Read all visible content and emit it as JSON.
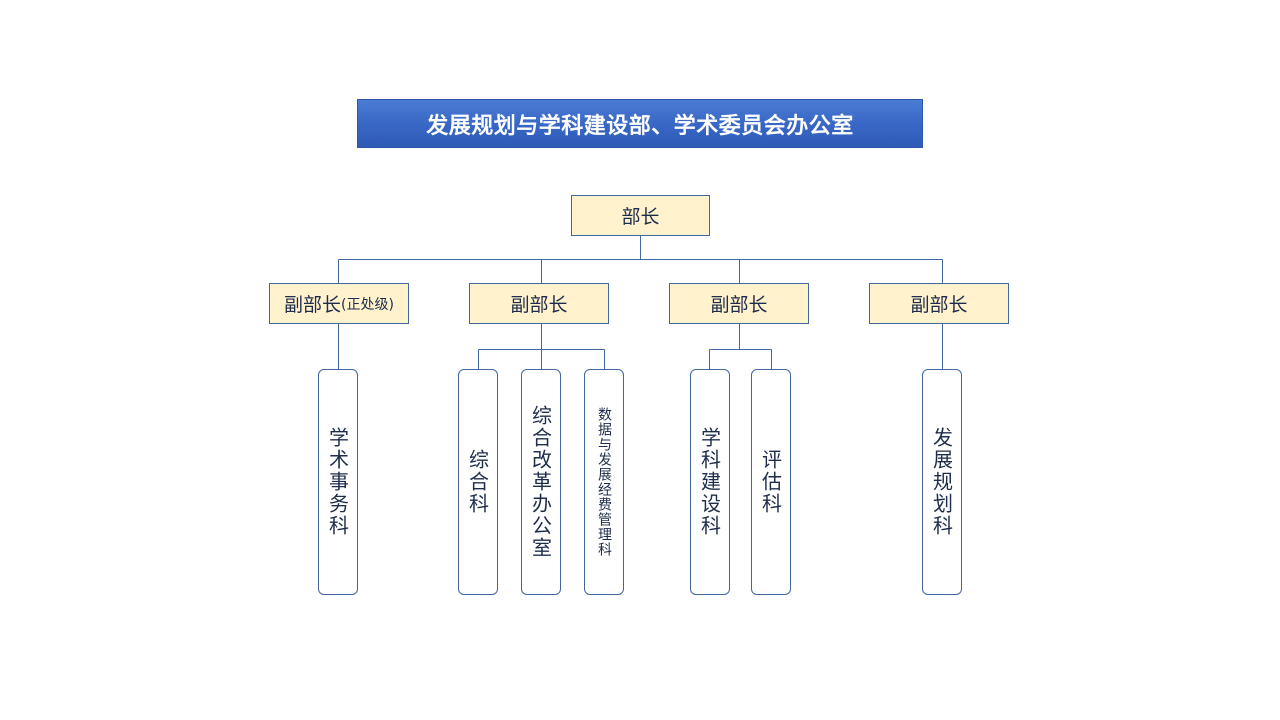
{
  "title": "发展规划与学科建设部、学术委员会办公室",
  "head": "部长",
  "deputies": [
    {
      "label": "副部长",
      "note": "(正处级)"
    },
    {
      "label": "副部长"
    },
    {
      "label": "副部长"
    },
    {
      "label": "副部长"
    }
  ],
  "sections": [
    "学术事务科",
    "综合科",
    "综合改革办公室",
    "数据与发展经费管理科",
    "学科建设科",
    "评估科",
    "发展规划科"
  ],
  "colors": {
    "title_bg": "#3766c4",
    "box_fill": "#fff2cc",
    "line": "#41679e"
  }
}
